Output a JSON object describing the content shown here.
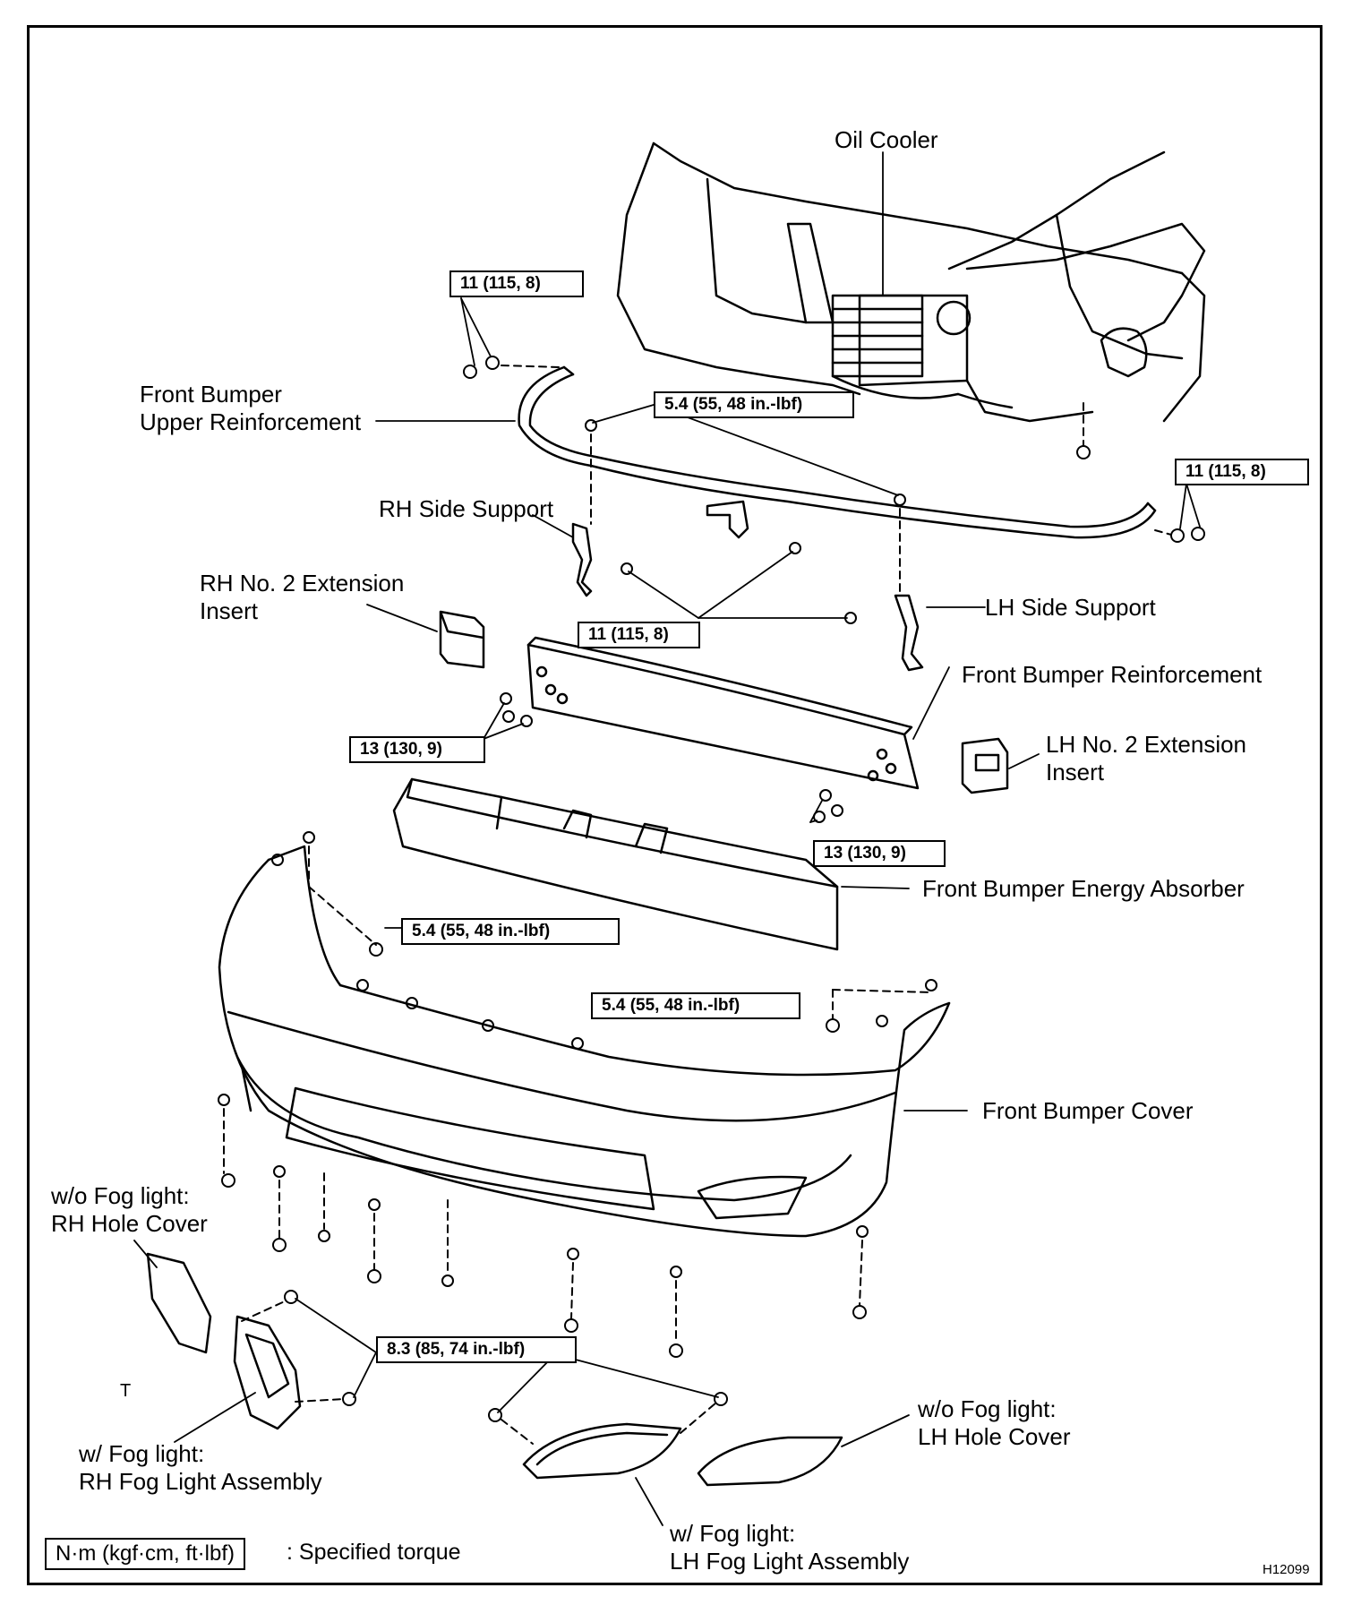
{
  "labels": {
    "oil_cooler": "Oil Cooler",
    "upper_reinforcement": "Front Bumper\nUpper Reinforcement",
    "rh_side_support": "RH Side Support",
    "lh_side_support": "LH Side Support",
    "rh_ext_insert": "RH No. 2 Extension\nInsert",
    "lh_ext_insert": "LH No. 2 Extension\nInsert",
    "bumper_reinforcement": "Front Bumper Reinforcement",
    "energy_absorber": "Front Bumper Energy Absorber",
    "bumper_cover": "Front Bumper Cover",
    "rh_hole_cover": "w/o Fog light:\nRH Hole Cover",
    "lh_hole_cover": "w/o Fog light:\nLH Hole Cover",
    "rh_fog_light": "w/ Fog light:\nRH Fog Light Assembly",
    "lh_fog_light": "w/ Fog light:\nLH Fog Light Assembly",
    "stray_t": "T"
  },
  "torques": {
    "t11_left": "11 (115, 8)",
    "t11_right": "11 (115, 8)",
    "t11_mid": "11 (115, 8)",
    "t54_upper": "5.4 (55, 48 in.-lbf)",
    "t13_left": "13 (130, 9)",
    "t13_right": "13 (130, 9)",
    "t54_cover_left": "5.4 (55, 48 in.-lbf)",
    "t54_cover_right": "5.4 (55, 48 in.-lbf)",
    "t83": "8.3 (85, 74 in.-lbf)"
  },
  "legend": {
    "unit_box": "N·m (kgf·cm, ft·lbf)",
    "description": ": Specified torque"
  },
  "figure_id": "H12099"
}
